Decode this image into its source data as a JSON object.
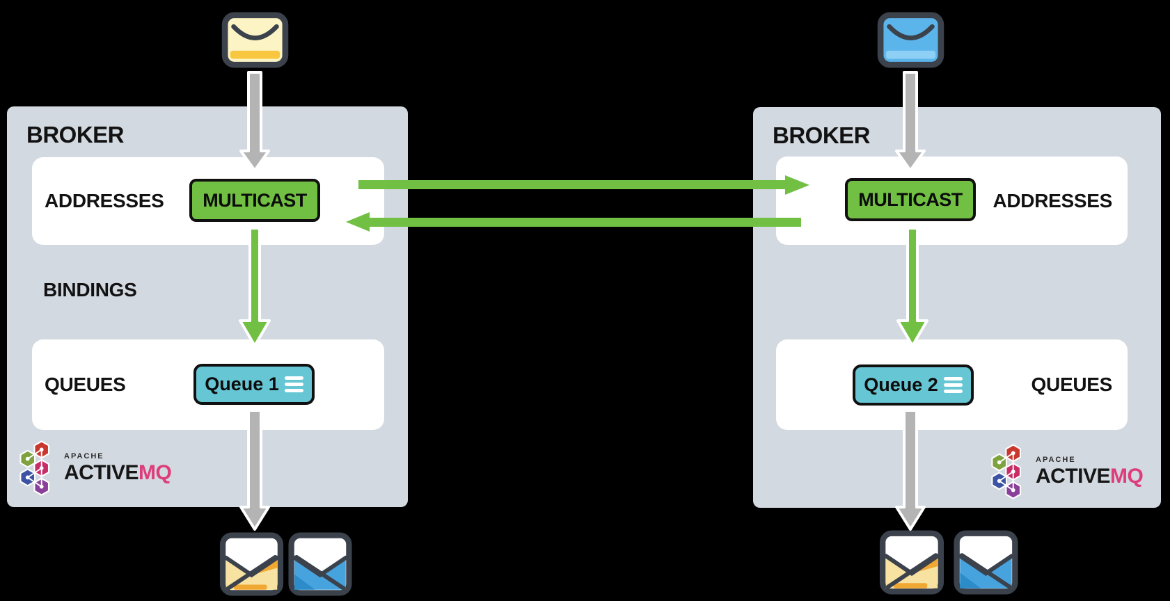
{
  "colors": {
    "background": "#000000",
    "broker_box": "#d3d9e0",
    "panel": "#ffffff",
    "ink": "#121212",
    "green": "#72c043",
    "teal": "#67c6d4",
    "gray_arrow": "#b4b4b4",
    "env_outline": "#3b424c",
    "env_yellow": "#fcf4c5",
    "env_yellow_strip": "#f8c73f",
    "env_blue": "#5cb5ea",
    "env_blue_strip": "#8ed0f5",
    "open_yellow": "#f7e2a2",
    "open_yellow_accent": "#f1a832",
    "open_blue": "#47a3de",
    "open_blue_accent": "#2c8cc9",
    "mq_pink": "#dd3d7b",
    "hex_red": "#c9382f",
    "hex_green": "#7da23e",
    "hex_magenta": "#c72d66",
    "hex_blue": "#3c53a3",
    "hex_purple": "#8a3f9b"
  },
  "brokers": [
    {
      "title": "BROKER",
      "addresses_label": "ADDRESSES",
      "address_badge": "MULTICAST",
      "bindings_label": "BINDINGS",
      "queues_label": "QUEUES",
      "queue_badge": "Queue 1"
    },
    {
      "title": "BROKER",
      "addresses_label": "ADDRESSES",
      "address_badge": "MULTICAST",
      "bindings_label": "",
      "queues_label": "QUEUES",
      "queue_badge": "Queue 2"
    }
  ],
  "logo": {
    "apache": "APACHE",
    "active": "ACTIVE",
    "mq": "MQ"
  },
  "icons": {
    "producer_message_left": "closed-envelope-yellow",
    "producer_message_right": "closed-envelope-blue",
    "consumer_messages_left": "open-envelope-yellow, open-envelope-blue",
    "consumer_messages_right": "open-envelope-yellow, open-envelope-blue",
    "queue_badge_icon": "hamburger-lines",
    "broker_link_arrows": "two horizontal green arrows (left-to-right and right-to-left)"
  }
}
